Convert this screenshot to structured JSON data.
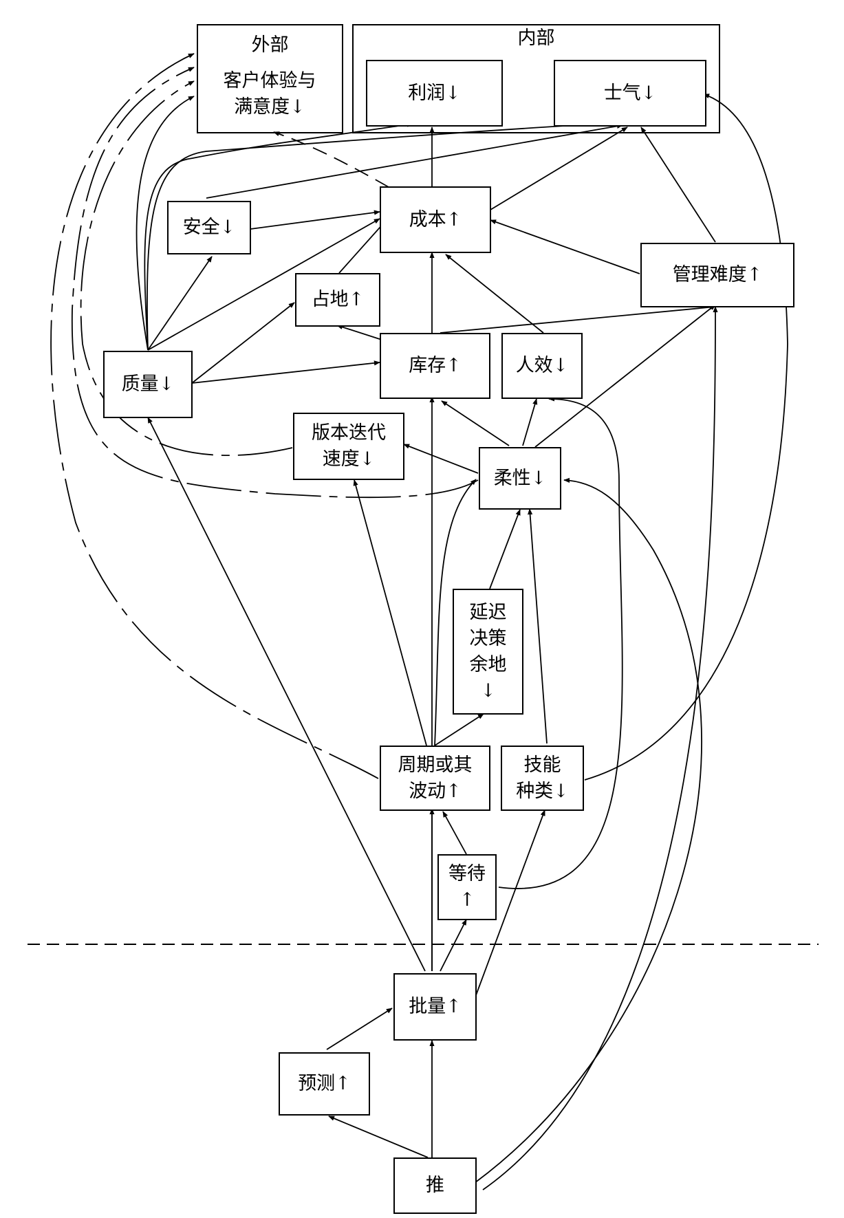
{
  "groups": {
    "external": {
      "title": "外部"
    },
    "internal": {
      "title": "内部"
    }
  },
  "nodes": {
    "customer": "客户体验与\n满意度↓",
    "profit": "利润↓",
    "morale": "士气↓",
    "safety": "安全↓",
    "cost": "成本↑",
    "mgmt": "管理难度↑",
    "space": "占地↑",
    "quality": "质量↓",
    "inventory": "库存↑",
    "efficiency": "人效↓",
    "iteration": "版本迭代\n速度↓",
    "flexibility": "柔性↓",
    "delay": "延迟\n决策\n余地\n↓",
    "cycle": "周期或其\n波动↑",
    "skills": "技能\n种类↓",
    "waiting": "等待\n↑",
    "batch": "批量↑",
    "forecast": "预测↑",
    "push": "推"
  }
}
